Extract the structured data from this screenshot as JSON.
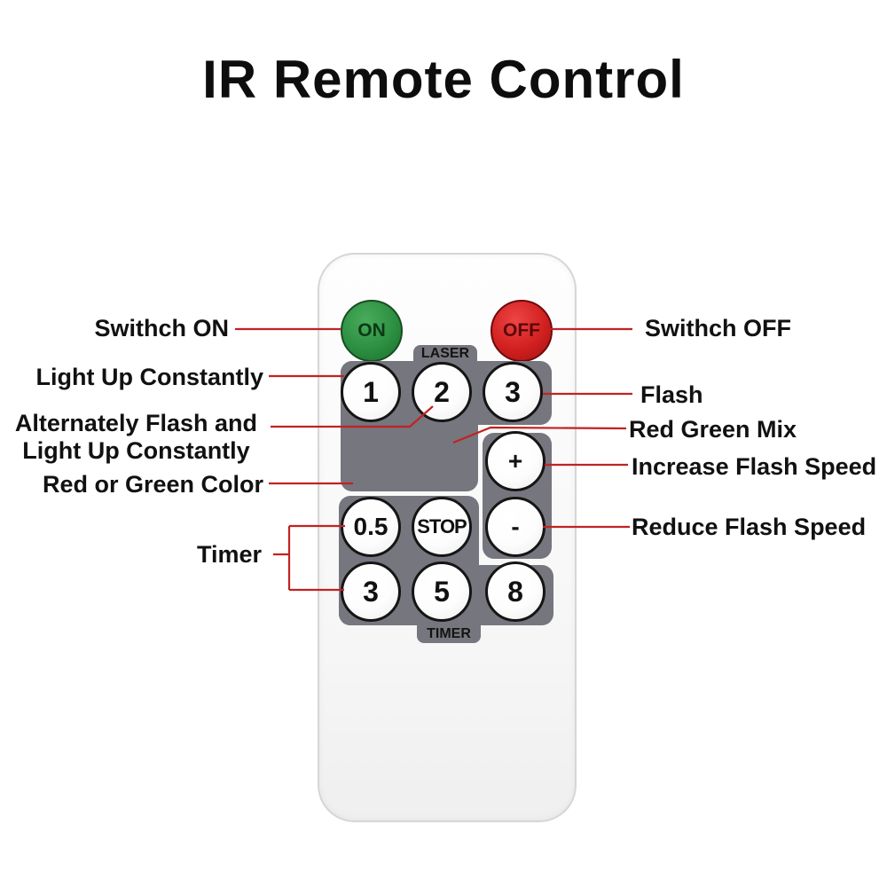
{
  "title": "IR Remote Control",
  "remote": {
    "on_label": "ON",
    "off_label": "OFF",
    "laser_tab": "LASER",
    "timer_tab": "TIMER",
    "keypad": {
      "row1": [
        "1",
        "2",
        "3"
      ],
      "plus": "+",
      "minus": "-",
      "row3": [
        "0.5",
        "STOP"
      ],
      "row4": [
        "3",
        "5",
        "8"
      ]
    },
    "icons": {
      "split_dots": "red-green-split-icon",
      "mix_dots": "red-green-mix-icon"
    }
  },
  "annotations": {
    "left": {
      "switch_on": "Swithch ON",
      "light_up": "Light Up Constantly",
      "alternately_line1": "Alternately Flash and",
      "alternately_line2": "Light Up Constantly",
      "red_or_green": "Red or Green Color",
      "timer": "Timer"
    },
    "right": {
      "switch_off": "Swithch OFF",
      "flash": "Flash",
      "red_green_mix": "Red Green Mix",
      "increase": "Increase Flash Speed",
      "reduce": "Reduce Flash Speed"
    }
  },
  "colors": {
    "panel_gray": "#76767e",
    "on_green": "#2c8f41",
    "off_red": "#d12020",
    "callout_red": "#c22222",
    "dot_red": "#c32f2f",
    "dot_green": "#3aa33a",
    "body_fill": "#f7f7f7",
    "body_border": "#d6d6d6"
  }
}
